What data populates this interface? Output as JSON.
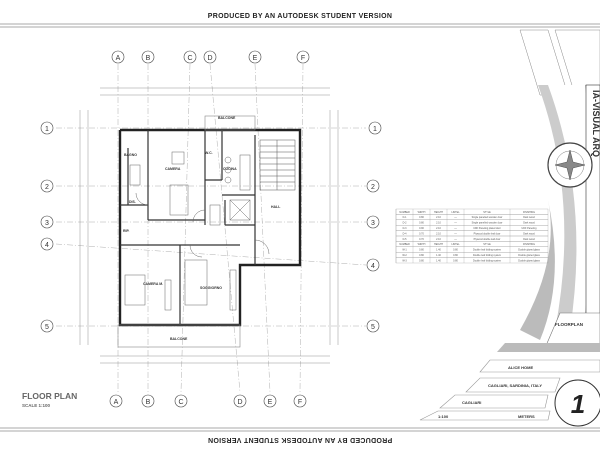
{
  "banner": "PRODUCED BY AN AUTODESK STUDENT VERSION",
  "plan": {
    "title": "FLOOR PLAN",
    "scale": "SCALE 1:100",
    "grid_top": [
      "A",
      "B",
      "C",
      "D",
      "E",
      "F"
    ],
    "grid_bottom": [
      "A",
      "B",
      "C",
      "D",
      "E",
      "F"
    ],
    "grid_rows": [
      "1",
      "2",
      "3",
      "4",
      "5"
    ],
    "rooms": {
      "balcony_top": "BALCONE",
      "balcony_bottom": "BALCONE",
      "camera": "CAMERA",
      "cucina": "CUCINA",
      "bagno": "BAGNO",
      "wc": "W.C.",
      "dis": "DIS.",
      "rip": "RIP.",
      "hall": "HALL",
      "camera_m": "CAMERA M.",
      "soggiorno": "SOGGIORNO"
    }
  },
  "schedule": {
    "door_headers": [
      "NUMBER",
      "WIDTH",
      "HEIGHT",
      "LINTEL",
      "STYLE",
      "FINISHING"
    ],
    "doors": [
      [
        "D-1",
        "0.80",
        "2.10",
        "----",
        "Single panelled wooden door",
        "Dark wood"
      ],
      [
        "D-2",
        "0.80",
        "2.10",
        "----",
        "Single panelled wooden door",
        "Dark wood"
      ],
      [
        "D-3",
        "0.90",
        "2.10",
        "----",
        "UDF Paneling plated door",
        "UDF Paneling"
      ],
      [
        "D-4",
        "0.70",
        "2.10",
        "----",
        "Plywood double leaf door",
        "Dark wood"
      ],
      [
        "D-5",
        "0.70",
        "2.10",
        "----",
        "Plywood double leaf door",
        "Dark wood"
      ]
    ],
    "window_headers": [
      "NUMBER",
      "WIDTH",
      "HEIGHT",
      "LINTEL",
      "STYLE",
      "FINISHING"
    ],
    "windows": [
      [
        "W-1",
        "0.80",
        "1.40",
        "0.80",
        "Double leaf folding system",
        "Double glazed glass"
      ],
      [
        "W-2",
        "0.80",
        "1.40",
        "0.80",
        "Double leaf folding system",
        "Double glazed glass"
      ],
      [
        "W-3",
        "0.80",
        "1.40",
        "0.80",
        "Double leaf folding system",
        "Double glazed glass"
      ]
    ]
  },
  "titleblock": {
    "brand": "IA-VISUAL ARQ",
    "drawing": "FLOORPLAN",
    "project": "ALICE HOME",
    "location": "CAGLIARI, SARDINIA, ITALY",
    "city": "CAGLIARI",
    "scale": "1:100",
    "units": "METERS",
    "sheet_number": "1"
  }
}
